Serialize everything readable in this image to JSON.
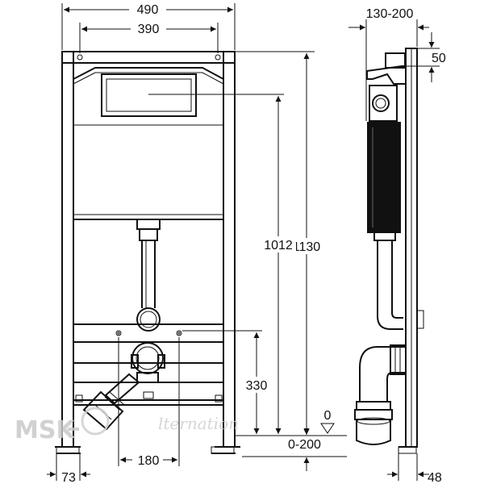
{
  "dimensions": {
    "frame_width": "490",
    "fix_spacing": "390",
    "depth_range": "130-200",
    "top_offset": "50",
    "tank_height": "1012",
    "total_height": "1130",
    "drain_height": "330",
    "drain_center": "180",
    "side_offset": "73",
    "floor_range": "0-200",
    "zero_level": "0",
    "leg_depth": "48"
  },
  "watermark": {
    "brand": "MSK",
    "sub": "lternation"
  },
  "colors": {
    "line": "#111111",
    "watermark": "#c9c9c9"
  }
}
